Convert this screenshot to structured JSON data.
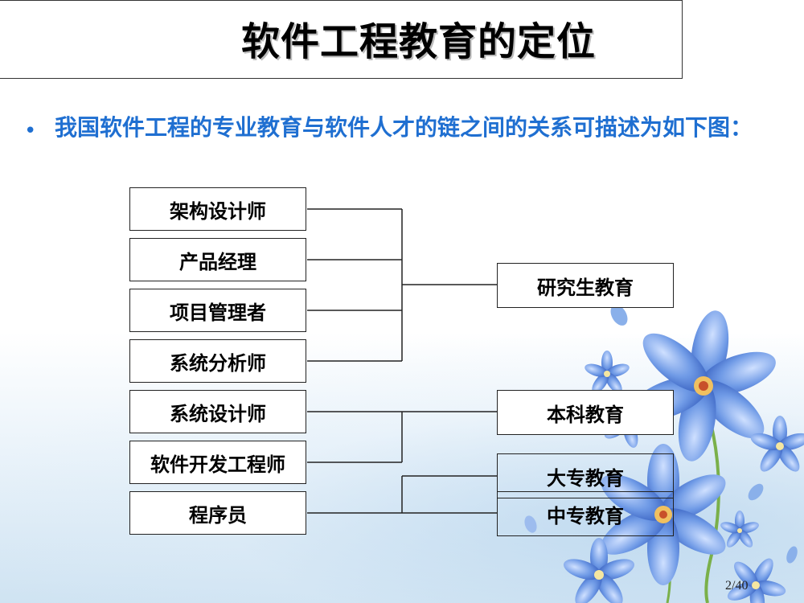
{
  "title": "软件工程教育的定位",
  "bullet": "我国软件工程的专业教育与软件人才的链之间的关系可描述为如下图：",
  "roles": [
    "架构设计师",
    "产品经理",
    "项目管理者",
    "系统分析师",
    "系统设计师",
    "软件开发工程师",
    "程序员"
  ],
  "education": [
    "研究生教育",
    "本科教育",
    "大专教育",
    "中专教育"
  ],
  "page_number": "2/40",
  "colors": {
    "bullet_text": "#1f6fd1",
    "flower": "#5b8fe0"
  }
}
